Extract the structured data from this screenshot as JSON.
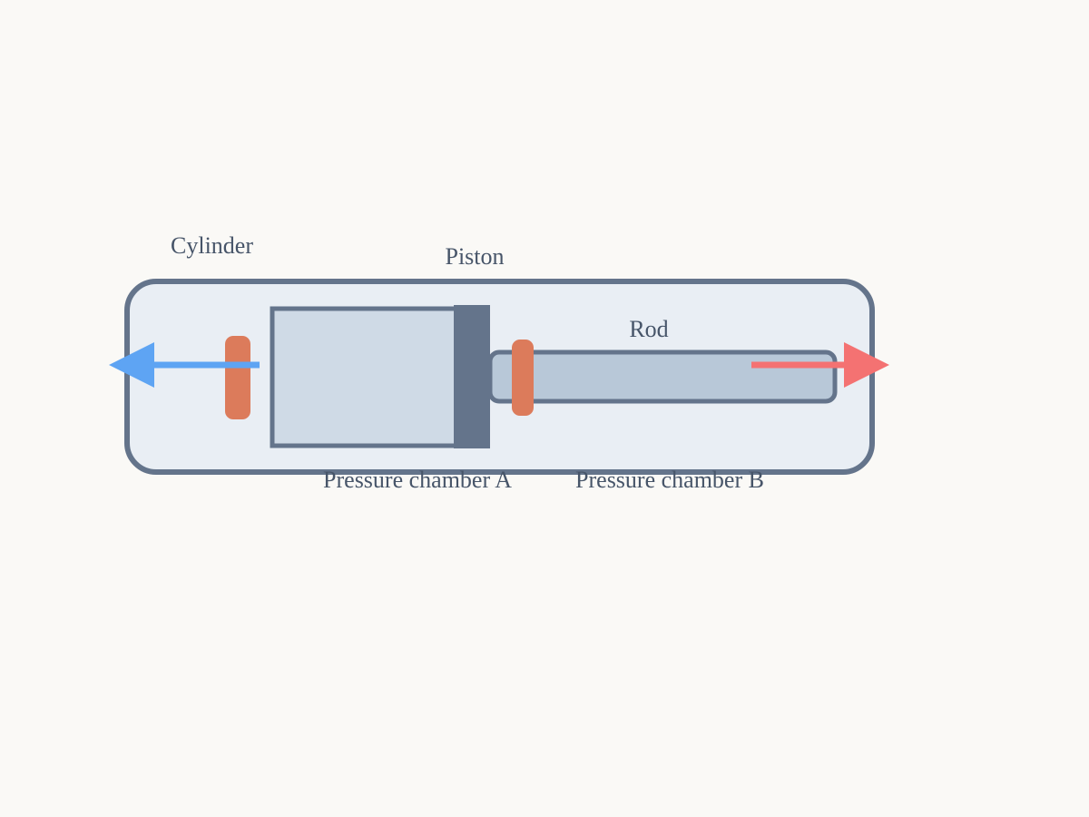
{
  "labels": {
    "cylinder": "Cylinder",
    "piston": "Piston",
    "rod": "Rod",
    "chamber_a": "Pressure chamber A",
    "chamber_b": "Pressure chamber B"
  },
  "colors": {
    "background": "#faf9f6",
    "outline": "#64748b",
    "cylinder_fill": "#e9eef4",
    "piston_fill": "#cfdae6",
    "rod_fill": "#b8c8d8",
    "seal": "#dc7b5b",
    "arrow_left": "#5ea4f3",
    "arrow_right": "#f47272",
    "text": "#475569"
  }
}
